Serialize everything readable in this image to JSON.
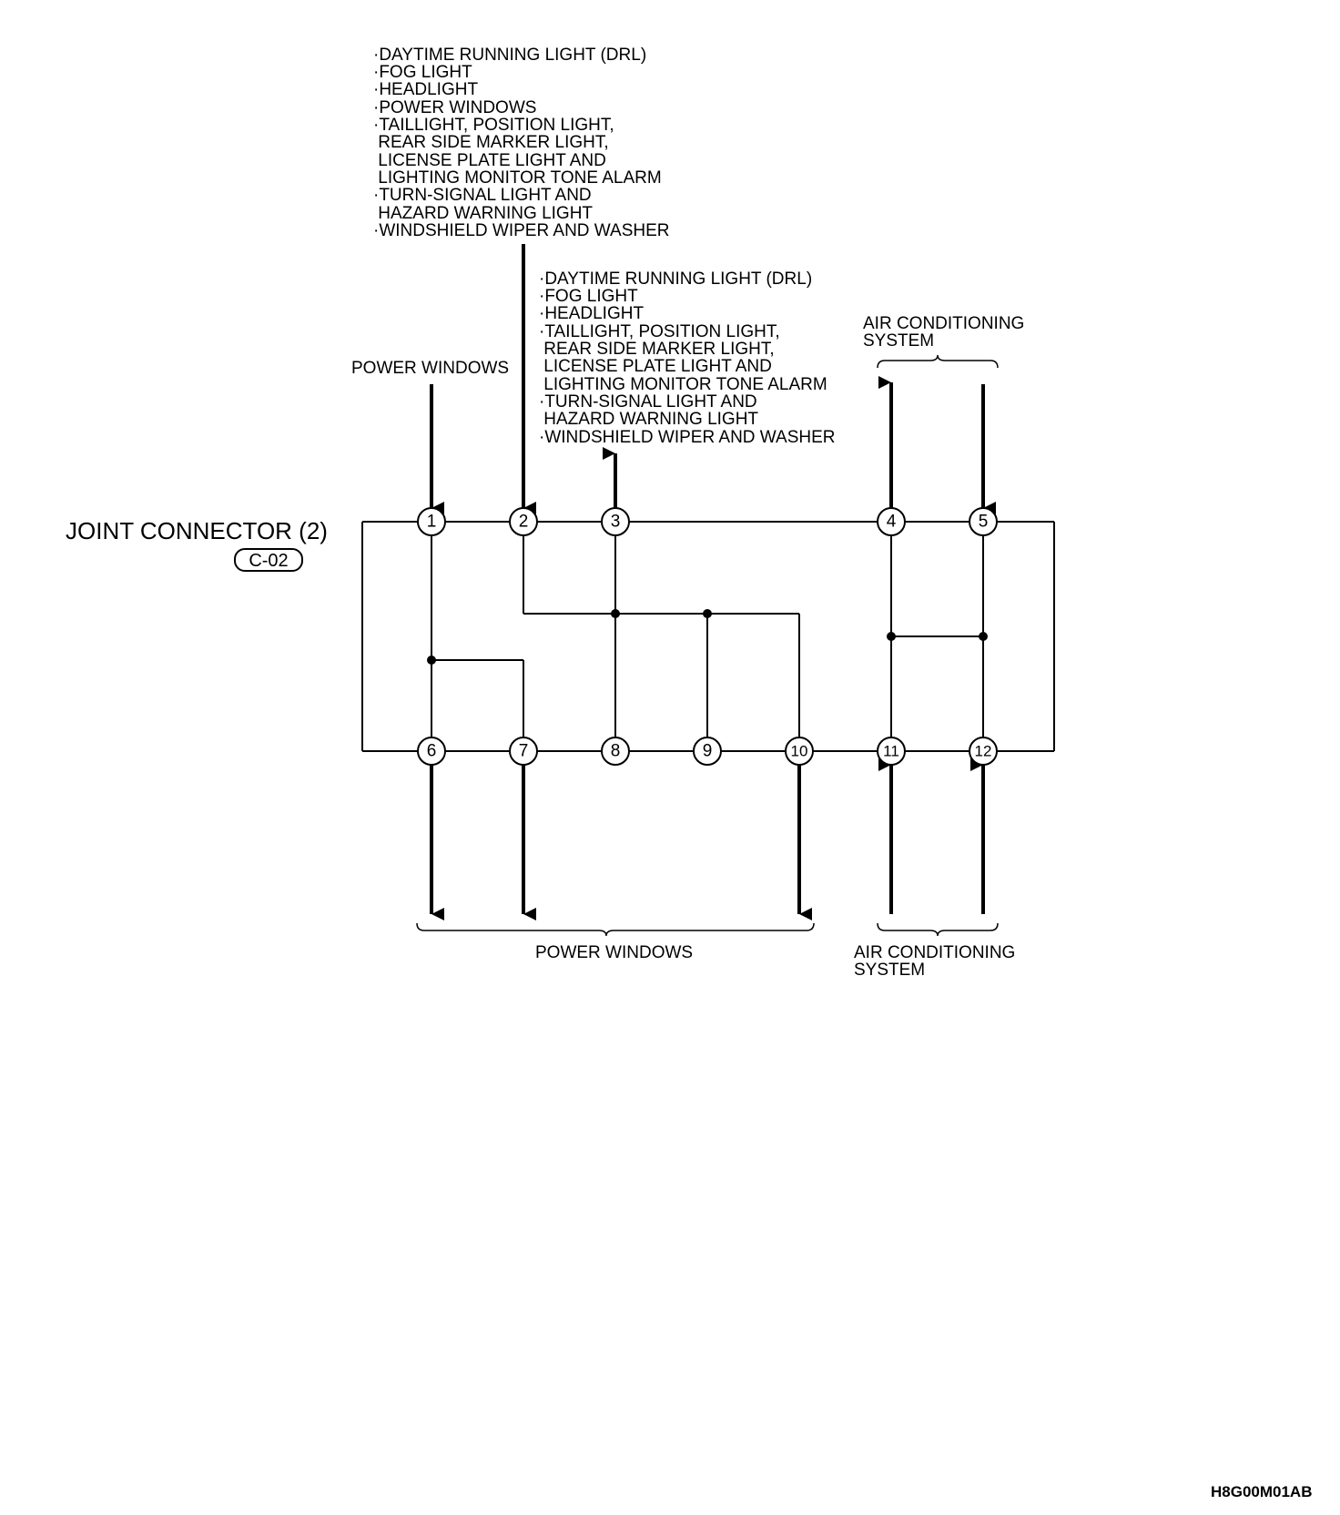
{
  "connector": {
    "title": "JOINT CONNECTOR (2)",
    "code": "C-02"
  },
  "pins": {
    "p1": "1",
    "p2": "2",
    "p3": "3",
    "p4": "4",
    "p5": "5",
    "p6": "6",
    "p7": "7",
    "p8": "8",
    "p9": "9",
    "p10": "10",
    "p11": "11",
    "p12": "12"
  },
  "labels": {
    "pin1_top": "POWER WINDOWS",
    "pin2_top": [
      "·DAYTIME RUNNING LIGHT (DRL)",
      "·FOG LIGHT",
      "·HEADLIGHT",
      "·POWER WINDOWS",
      "·TAILLIGHT, POSITION LIGHT,",
      " REAR SIDE MARKER LIGHT,",
      " LICENSE PLATE LIGHT AND",
      " LIGHTING MONITOR TONE ALARM",
      "·TURN-SIGNAL LIGHT AND",
      " HAZARD WARNING LIGHT",
      "·WINDSHIELD WIPER AND WASHER"
    ],
    "pin3_top": [
      "·DAYTIME RUNNING LIGHT (DRL)",
      "·FOG LIGHT",
      "·HEADLIGHT",
      "·TAILLIGHT, POSITION LIGHT,",
      " REAR SIDE MARKER LIGHT,",
      " LICENSE PLATE LIGHT AND",
      " LIGHTING MONITOR TONE ALARM",
      "·TURN-SIGNAL LIGHT AND",
      " HAZARD WARNING LIGHT",
      "·WINDSHIELD WIPER AND WASHER"
    ],
    "ac_top": [
      "AIR CONDITIONING",
      "SYSTEM"
    ],
    "power_windows_bottom": "POWER WINDOWS",
    "ac_bottom": [
      "AIR CONDITIONING",
      "SYSTEM"
    ]
  },
  "figure_id": "H8G00M01AB"
}
